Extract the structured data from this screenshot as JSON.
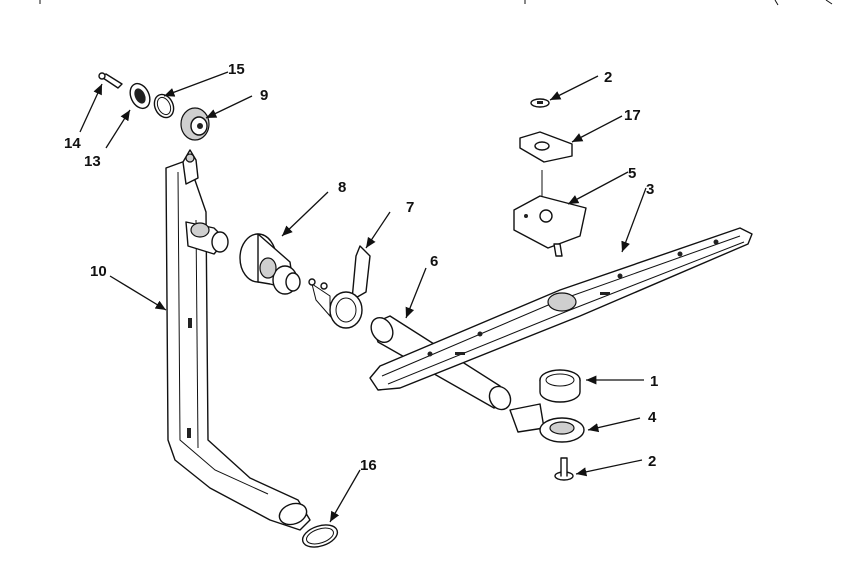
{
  "diagram": {
    "labels": {
      "p1": "1",
      "p2a": "2",
      "p2b": "2",
      "p3": "3",
      "p4": "4",
      "p5": "5",
      "p6": "6",
      "p7": "7",
      "p8": "8",
      "p9": "9",
      "p10": "10",
      "p13": "13",
      "p14": "14",
      "p15": "15",
      "p16": "16",
      "p17": "17"
    }
  }
}
